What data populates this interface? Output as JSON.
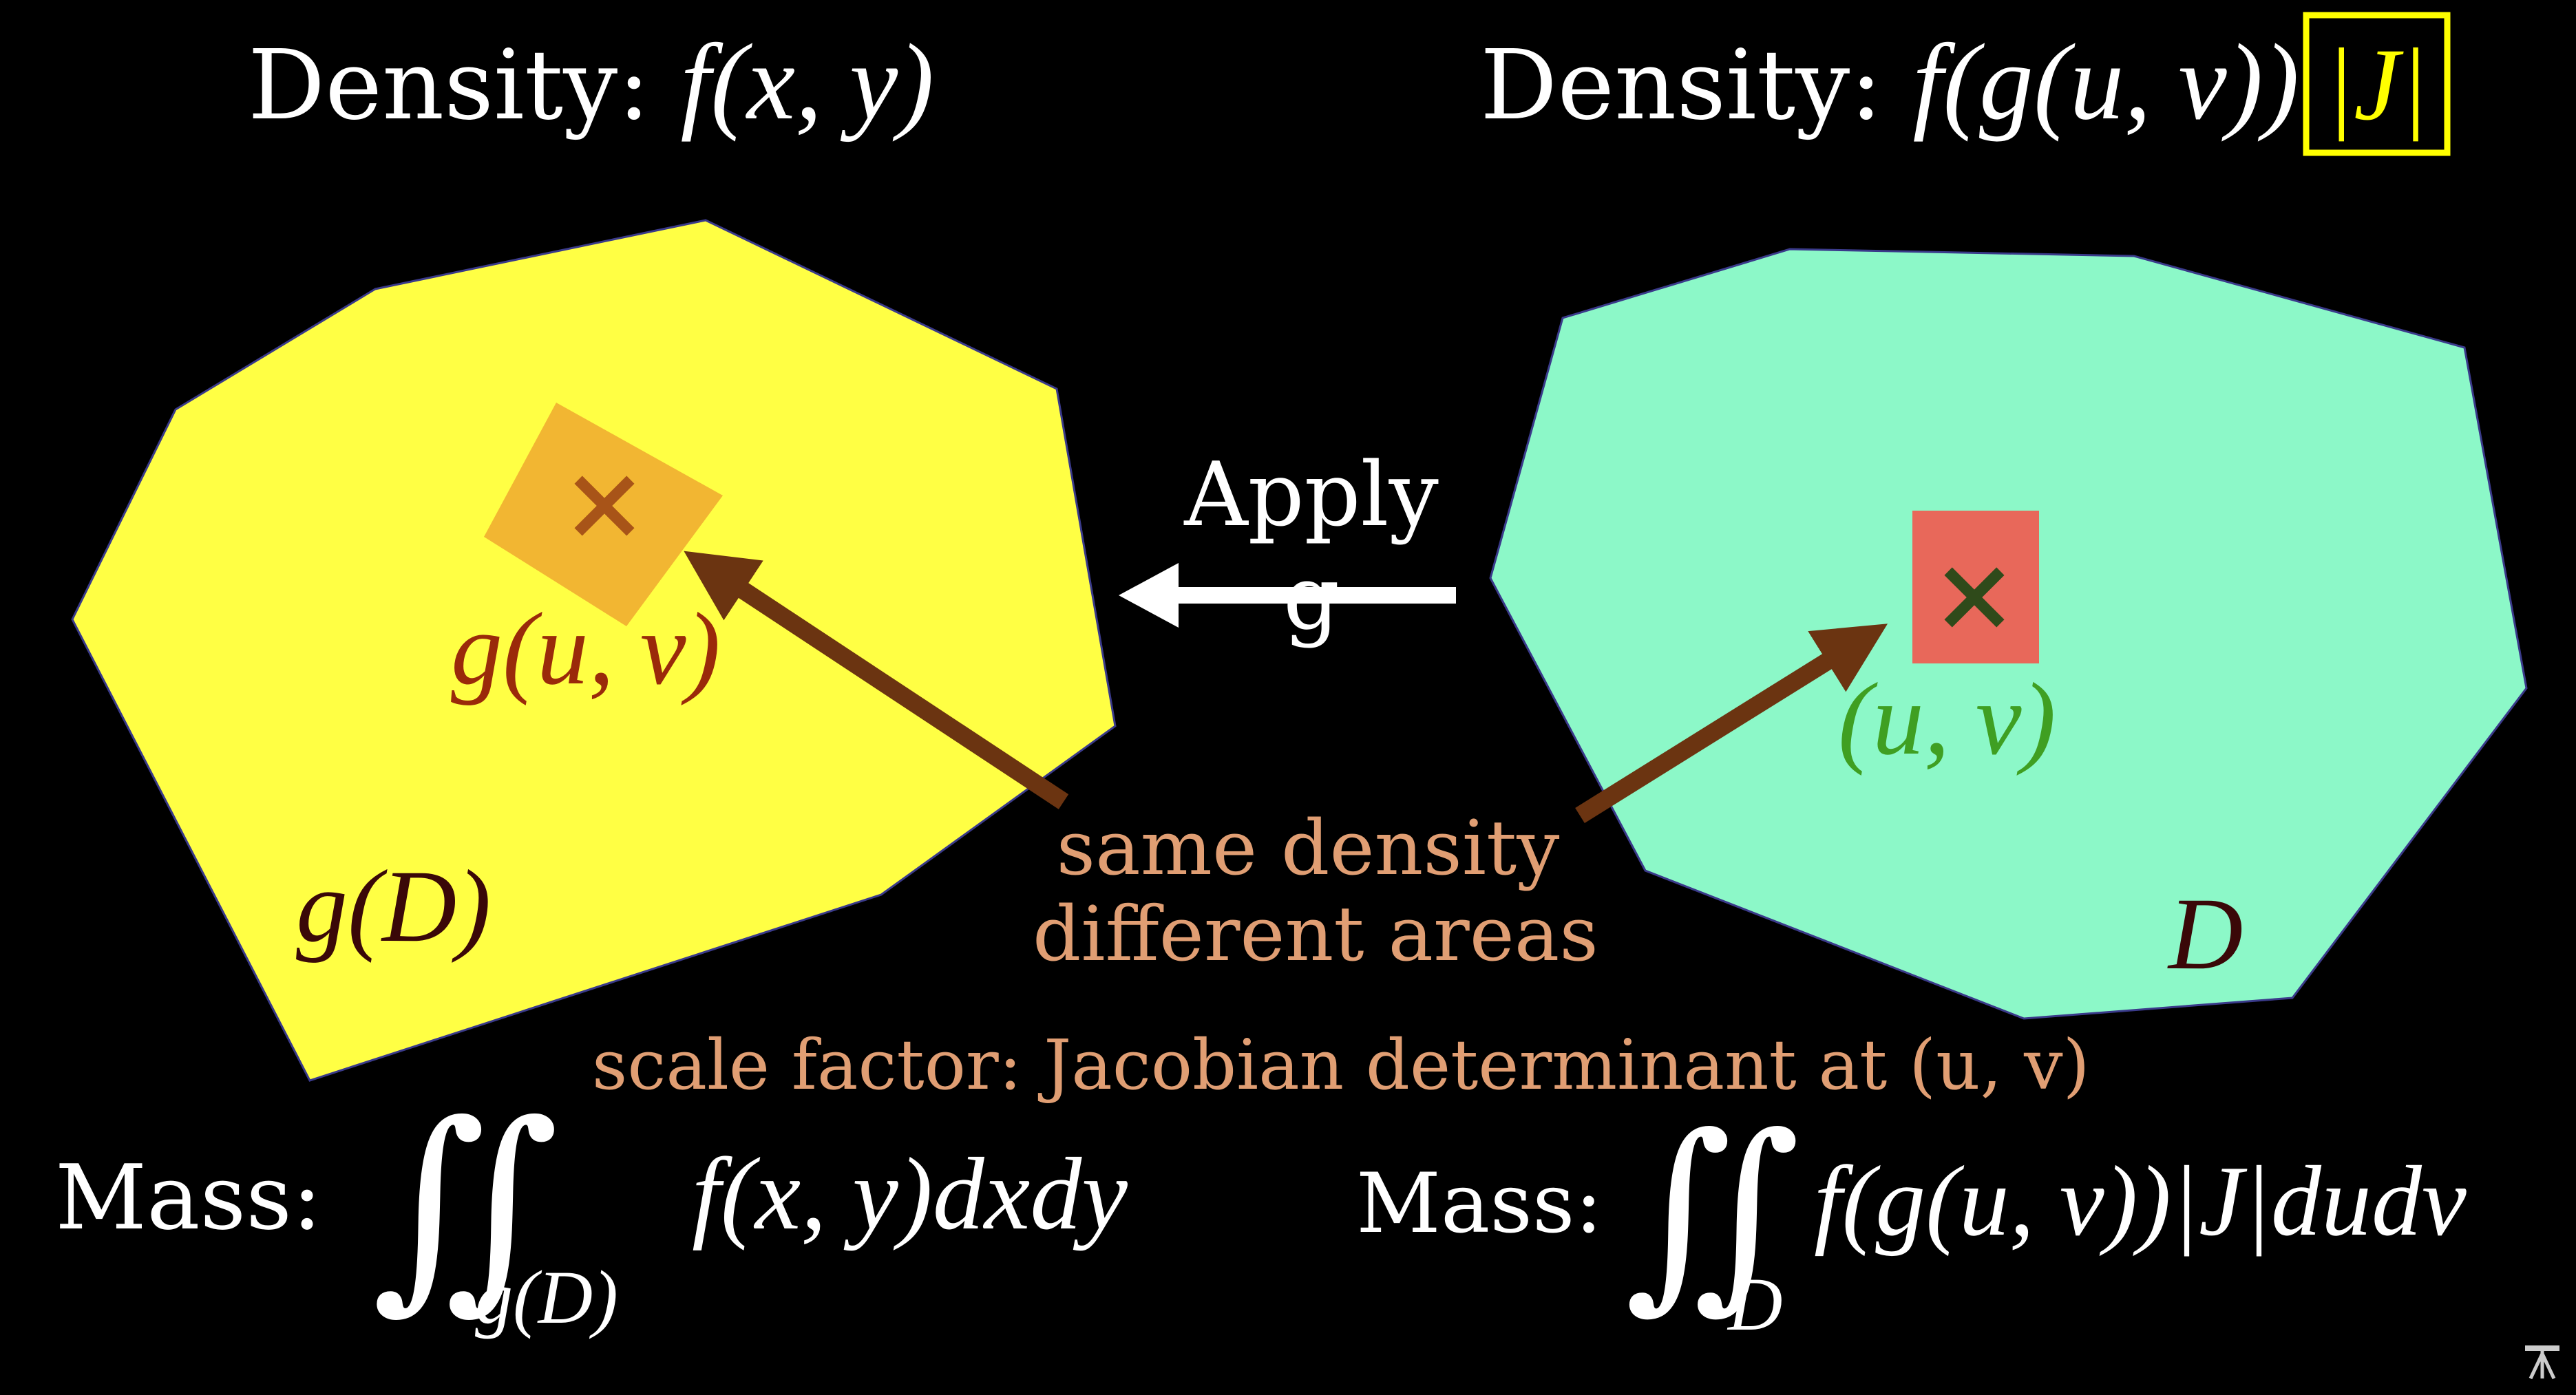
{
  "colors": {
    "background": "#000000",
    "left_region": "#ffff44",
    "left_square": "#f2b632",
    "right_region": "#8cf8c8",
    "right_square": "#e8685a",
    "arrow_brown": "#6b3411",
    "label_orange": "#e09e73",
    "g_label": "#9a2a0a",
    "uv_label": "#3f9f22",
    "dark_label": "#3a0808",
    "jacobian_box": "#ffff00",
    "text": "#ffffff"
  },
  "header": {
    "left_density_word": "Density:",
    "left_density_expr": "f(x, y)",
    "right_density_word": "Density:",
    "right_density_expr": "f(g(u, v))",
    "jacobian": "|J|"
  },
  "regions": {
    "left_point_label": "g(u, v)",
    "left_region_label": "g(D)",
    "right_point_label": "(u, v)",
    "right_region_label": "D",
    "point_marker": "×"
  },
  "transform": {
    "label": "Apply g"
  },
  "annotations": {
    "line1": "same density",
    "line2": "different areas",
    "scale_factor": "scale factor:  Jacobian determinant at (u, v)"
  },
  "footer": {
    "left_mass_word": "Mass:",
    "left_integral_sign": "∬",
    "left_integral_domain": "g(D)",
    "left_integrand": "f(x, y)dxdy",
    "right_mass_word": "Mass:",
    "right_integral_sign": "∬",
    "right_integral_domain": "D",
    "right_integrand": "f(g(u, v))|J|dudv"
  },
  "watermark": {
    "icon": "tripod-icon"
  }
}
